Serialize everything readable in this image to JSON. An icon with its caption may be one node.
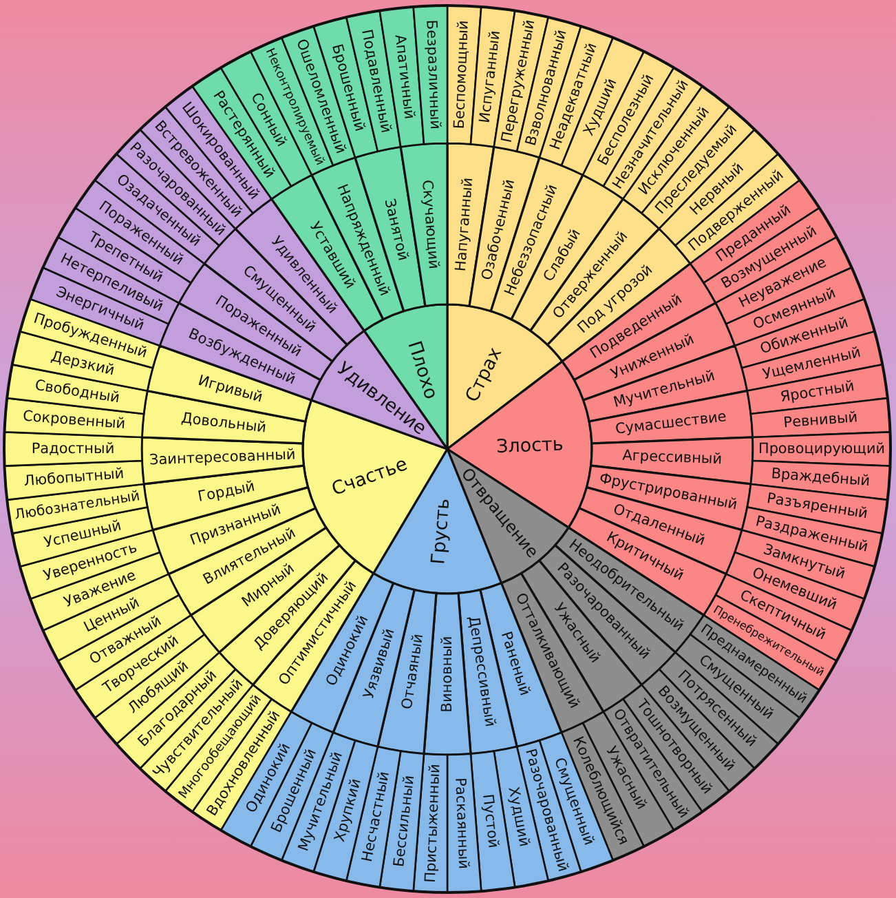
{
  "diagram": {
    "nodes": [
      {
        "text": [
          "Страх"
        ]
      },
      {
        "text": [
          "Напуганный"
        ]
      },
      {
        "text": [
          "Озабоченный"
        ]
      },
      {
        "text": [
          "Небеззопасный"
        ]
      },
      {
        "text": [
          "Слабый"
        ]
      },
      {
        "text": [
          "Отверженный"
        ]
      },
      {
        "text": [
          "Под угрозой"
        ]
      },
      {
        "text": [
          "Беспомощный"
        ]
      },
      {
        "text": [
          "Испуганный"
        ]
      },
      {
        "text": [
          "Перегруженный"
        ]
      },
      {
        "text": [
          "Взволнованный"
        ]
      },
      {
        "text": [
          "Неадекватный"
        ]
      },
      {
        "text": [
          "Худший"
        ]
      },
      {
        "text": [
          "Бесполезный"
        ]
      },
      {
        "text": [
          "Незначительный"
        ]
      },
      {
        "text": [
          "Исключенный"
        ]
      },
      {
        "text": [
          "Преследуемый"
        ]
      },
      {
        "text": [
          "Нервный"
        ]
      },
      {
        "text": [
          "Подверженный"
        ]
      },
      {
        "text": [
          "Злость"
        ]
      },
      {
        "text": [
          "Подведенный"
        ]
      },
      {
        "text": [
          "Униженный"
        ]
      },
      {
        "text": [
          "Мучительный"
        ]
      },
      {
        "text": [
          "Сумасшествие"
        ]
      },
      {
        "text": [
          "Агрессивный"
        ]
      },
      {
        "text": [
          "Фрустрированный"
        ]
      },
      {
        "text": [
          "Отдаленный"
        ]
      },
      {
        "text": [
          "Критичный"
        ]
      },
      {
        "text": [
          "Преданный"
        ]
      },
      {
        "text": [
          "Возмущенный"
        ]
      },
      {
        "text": [
          "Неуважение"
        ]
      },
      {
        "text": [
          "Осмеянный"
        ]
      },
      {
        "text": [
          "Обиженный"
        ]
      },
      {
        "text": [
          "Ущемленный"
        ]
      },
      {
        "text": [
          "Яростный"
        ]
      },
      {
        "text": [
          "Ревнивый"
        ]
      },
      {
        "text": [
          "Провоцирующий"
        ]
      },
      {
        "text": [
          "Враждебный"
        ]
      },
      {
        "text": [
          "Разъяренный"
        ]
      },
      {
        "text": [
          "Раздраженный"
        ]
      },
      {
        "text": [
          "Замкнутый"
        ]
      },
      {
        "text": [
          "Онемевший"
        ]
      },
      {
        "text": [
          "Скептичный"
        ]
      },
      {
        "text": [
          "Пренебрежительный"
        ]
      },
      {
        "text": [
          "Отвращение"
        ]
      },
      {
        "text": [
          "Неодобрительный"
        ]
      },
      {
        "text": [
          "Разочарованный"
        ]
      },
      {
        "text": [
          "Ужасный"
        ]
      },
      {
        "text": [
          "Отталкивающий"
        ]
      },
      {
        "text": [
          "Преднамеренный"
        ]
      },
      {
        "text": [
          "Смущенный"
        ]
      },
      {
        "text": [
          "Потрясенный"
        ]
      },
      {
        "text": [
          "Возмущенный"
        ]
      },
      {
        "text": [
          "Тошнотворный"
        ]
      },
      {
        "text": [
          "Отвратительный"
        ]
      },
      {
        "text": [
          "Ужасный"
        ]
      },
      {
        "text": [
          "Колеблющийся"
        ]
      },
      {
        "text": [
          "Грусть"
        ]
      },
      {
        "text": [
          "Раненый"
        ]
      },
      {
        "text": [
          "Депрессивный"
        ]
      },
      {
        "text": [
          "Виновный"
        ]
      },
      {
        "text": [
          "Отчаяный"
        ]
      },
      {
        "text": [
          "Уязвивый"
        ]
      },
      {
        "text": [
          "Одинокий"
        ]
      },
      {
        "text": [
          "Смущенный"
        ]
      },
      {
        "text": [
          "Разочарованный"
        ]
      },
      {
        "text": [
          "Худший"
        ]
      },
      {
        "text": [
          "Пустой"
        ]
      },
      {
        "text": [
          "Раскаянный"
        ]
      },
      {
        "text": [
          "Пристыженный"
        ]
      },
      {
        "text": [
          "Бессильный"
        ]
      },
      {
        "text": [
          "Несчастный"
        ]
      },
      {
        "text": [
          "Хрупкий"
        ]
      },
      {
        "text": [
          "Мучительный"
        ]
      },
      {
        "text": [
          "Брошенный"
        ]
      },
      {
        "text": [
          "Одинокий"
        ]
      },
      {
        "text": [
          "Счастье"
        ]
      },
      {
        "text": [
          "Оптимистичный"
        ]
      },
      {
        "text": [
          "Доверяющий"
        ]
      },
      {
        "text": [
          "Мирный"
        ]
      },
      {
        "text": [
          "Влиятельный"
        ]
      },
      {
        "text": [
          "Признанный"
        ]
      },
      {
        "text": [
          "Гордый"
        ]
      },
      {
        "text": [
          "Заинтересованный"
        ]
      },
      {
        "text": [
          "Довольный"
        ]
      },
      {
        "text": [
          "Игривый"
        ]
      },
      {
        "text": [
          "Вдохновленный"
        ]
      },
      {
        "text": [
          "Многообещающий"
        ]
      },
      {
        "text": [
          "Чувствительный"
        ]
      },
      {
        "text": [
          "Благодарный"
        ]
      },
      {
        "text": [
          "Любящий"
        ]
      },
      {
        "text": [
          "Творческий"
        ]
      },
      {
        "text": [
          "Отважный"
        ]
      },
      {
        "text": [
          "Ценный"
        ]
      },
      {
        "text": [
          "Уважение"
        ]
      },
      {
        "text": [
          "Уверенность"
        ]
      },
      {
        "text": [
          "Успешный"
        ]
      },
      {
        "text": [
          "Любознательный"
        ]
      },
      {
        "text": [
          "Любопытный"
        ]
      },
      {
        "text": [
          "Радостный"
        ]
      },
      {
        "text": [
          "Сокровенный"
        ]
      },
      {
        "text": [
          "Свободный"
        ]
      },
      {
        "text": [
          "Дерзкий"
        ]
      },
      {
        "text": [
          "Пробужденный"
        ]
      },
      {
        "text": [
          "Удивление"
        ]
      },
      {
        "text": [
          "Возбужденный"
        ]
      },
      {
        "text": [
          "Пораженный"
        ]
      },
      {
        "text": [
          "Смущенный"
        ]
      },
      {
        "text": [
          "Удивленный"
        ]
      },
      {
        "text": [
          "Энергичный"
        ]
      },
      {
        "text": [
          "Нетерпеливый"
        ]
      },
      {
        "text": [
          "Трепетный"
        ]
      },
      {
        "text": [
          "Пораженный"
        ]
      },
      {
        "text": [
          "Озадаченный"
        ]
      },
      {
        "text": [
          "Разочарованный"
        ]
      },
      {
        "text": [
          "Встревоженный"
        ]
      },
      {
        "text": [
          "Шокированный"
        ]
      },
      {
        "text": [
          "Плохо"
        ]
      },
      {
        "text": [
          "Уставший"
        ]
      },
      {
        "text": [
          "Напряжденный"
        ]
      },
      {
        "text": [
          "Занятой"
        ]
      },
      {
        "text": [
          "Скучающий"
        ]
      },
      {
        "text": [
          "Растерянный"
        ]
      },
      {
        "text": [
          "Сонный"
        ]
      },
      {
        "text": [
          "Неконтролируемый"
        ]
      },
      {
        "text": [
          "Ошеломленный"
        ]
      },
      {
        "text": [
          "Брошенный"
        ]
      },
      {
        "text": [
          "Подавленный"
        ]
      },
      {
        "text": [
          "Апатичный"
        ]
      },
      {
        "text": [
          "Безразличный"
        ]
      }
    ]
  }
}
